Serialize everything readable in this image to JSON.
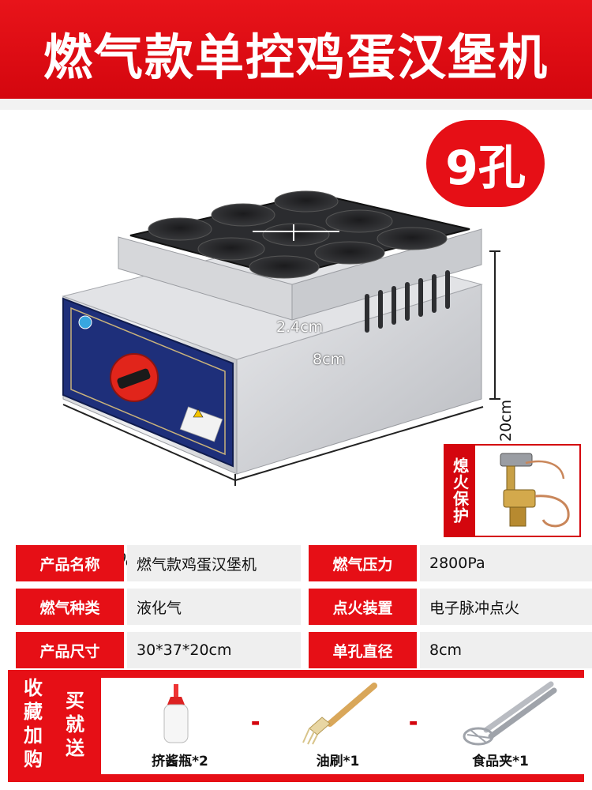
{
  "header": {
    "title": "燃气款单控鸡蛋汉堡机"
  },
  "badge": {
    "holes": "9孔"
  },
  "dimensions": {
    "hole_diameter": "2.4cm",
    "hole_depth": "8cm",
    "height": "20cm",
    "width": "30cm",
    "length": "37cm"
  },
  "flame_protection": {
    "label": "熄火保护"
  },
  "specs": [
    {
      "label1": "产品名称",
      "value1": "燃气款鸡蛋汉堡机",
      "label2": "燃气压力",
      "value2": "2800Pa"
    },
    {
      "label1": "燃气种类",
      "value1": "液化气",
      "label2": "点火装置",
      "value2": "电子脉冲点火"
    },
    {
      "label1": "产品尺寸",
      "value1": "30*37*20cm",
      "label2": "单孔直径",
      "value2": "8cm"
    }
  ],
  "gifts": {
    "side_label": "收藏加购",
    "side_label2": "买就送",
    "items": [
      {
        "name": "挤酱瓶*2",
        "icon": "squeeze-bottle-icon"
      },
      {
        "name": "油刷*1",
        "icon": "oil-brush-icon"
      },
      {
        "name": "食品夹*1",
        "icon": "food-tongs-icon"
      }
    ],
    "plus": "+"
  },
  "colors": {
    "brand_red": "#e60f16",
    "panel_blue": "#1e2f7a"
  }
}
